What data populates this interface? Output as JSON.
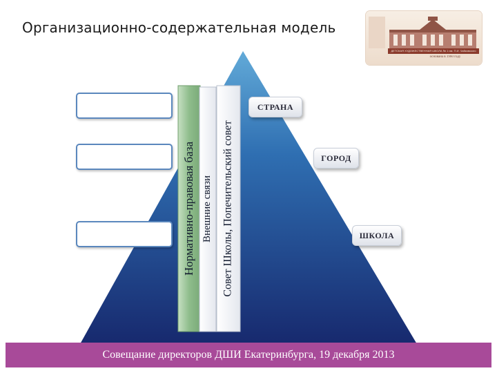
{
  "title": "Организационно-содержательная модель",
  "logo": {
    "caption": "ДЕТСКАЯ ХУДОЖЕСТВЕННАЯ ШКОЛА № 1 им. П.И. Чайковского",
    "subcaption": "основана в 1960 году"
  },
  "columns": {
    "col1": "Нормативно-правовая база",
    "col2": "Внешние связи",
    "col3": "Совет Школы, Попечительский совет"
  },
  "levels": {
    "country": "СТРАНА",
    "city": "ГОРОД",
    "school": "ШКОЛА"
  },
  "footer": "Совещание директоров ДШИ Екатеринбурга, 19 декабря 2013",
  "colors": {
    "pyramid_top": "#5fa6d6",
    "pyramid_bottom": "#17296e",
    "footer": "#a84a99",
    "column_green": "#9cc59a"
  }
}
